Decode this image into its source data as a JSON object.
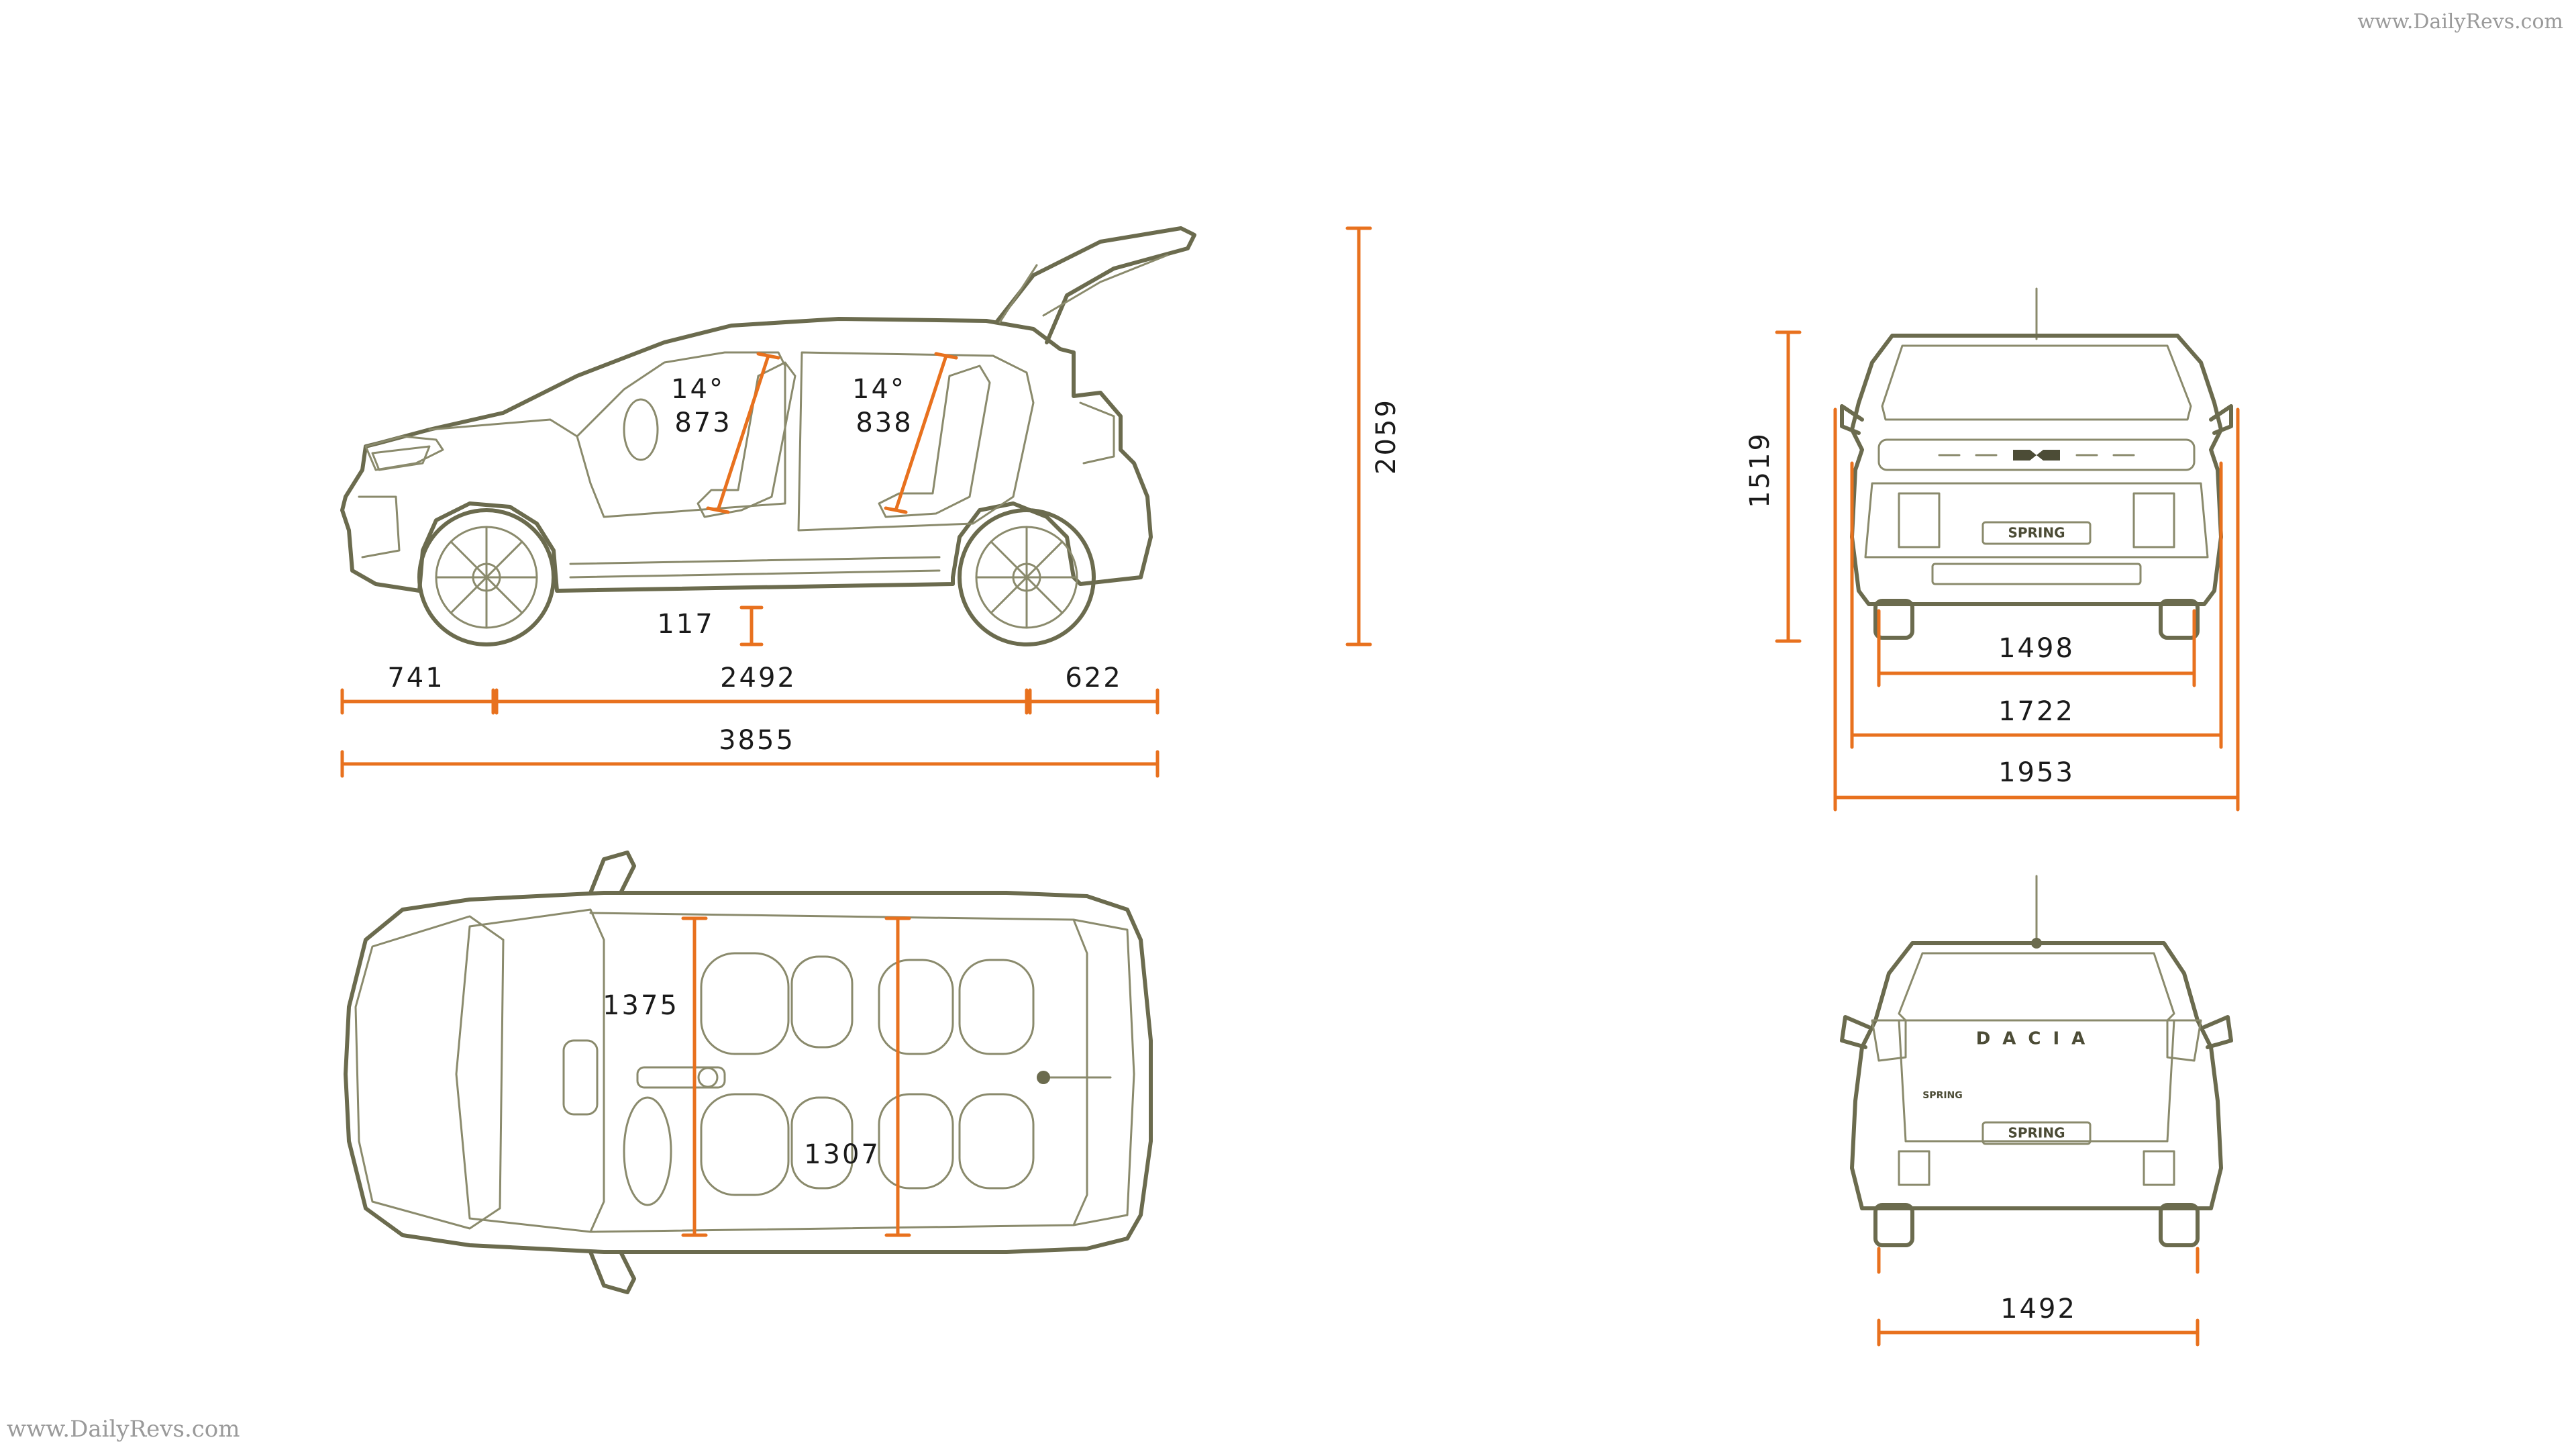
{
  "watermarks": {
    "top_right": "www.DailyRevs.com",
    "bottom_left": "www.DailyRevs.com"
  },
  "colors": {
    "dimension": "#e8711e",
    "outline": "#6b6b4e",
    "text": "#1a1a1a"
  },
  "side_view": {
    "front_seat_angle": "14°",
    "front_seat_length": "873",
    "rear_seat_angle": "14°",
    "rear_seat_length": "838",
    "ground_clearance": "117",
    "front_overhang": "741",
    "wheelbase": "2492",
    "rear_overhang": "622",
    "overall_length": "3855",
    "height_open_tailgate": "2059"
  },
  "front_view": {
    "height": "1519",
    "front_track": "1498",
    "width": "1722",
    "width_with_mirrors": "1953",
    "badge": "SPRING"
  },
  "top_view": {
    "front_elbow_width": "1375",
    "rear_elbow_width": "1307"
  },
  "rear_view": {
    "rear_track": "1492",
    "brand_lettering": "DACIA",
    "badge": "SPRING",
    "model_script": "SPRING"
  }
}
